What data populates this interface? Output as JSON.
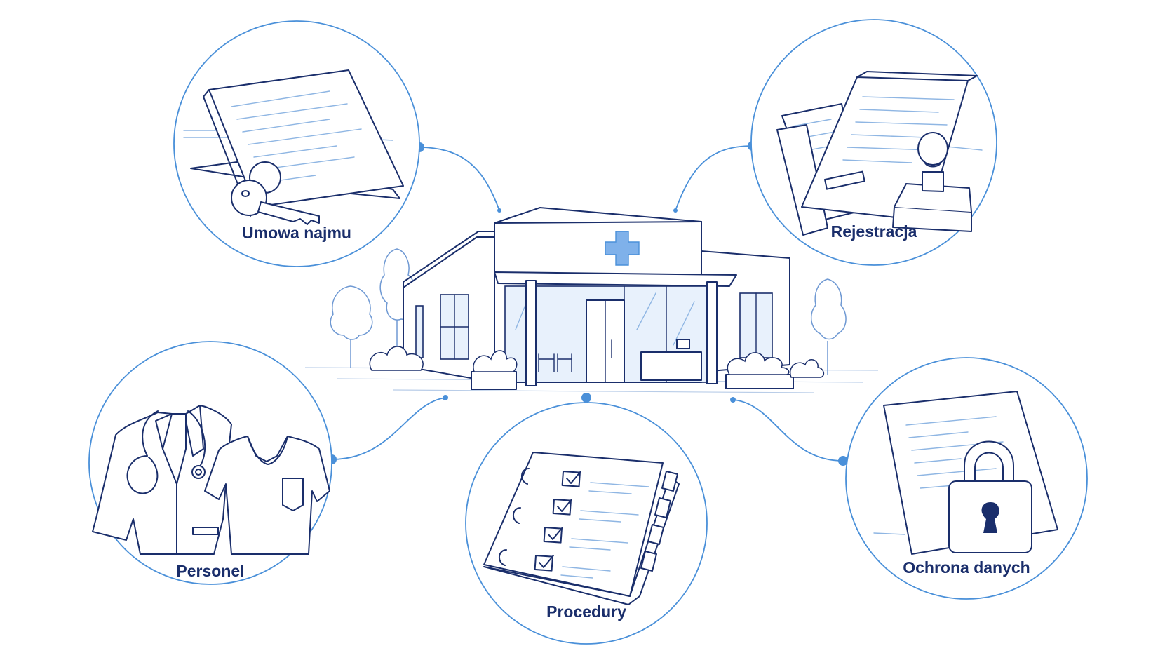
{
  "colors": {
    "ink": "#1a2e6b",
    "accent": "#4a90d9",
    "circle_stroke": "#4a90d9",
    "label": "#1a2e6b",
    "background": "#ffffff"
  },
  "center": {
    "subject": "clinic-building",
    "icon": "medical-cross-icon"
  },
  "topics": [
    {
      "id": "lease",
      "label": "Umowa najmu",
      "icon": "lease-contract-key-icon"
    },
    {
      "id": "registration",
      "label": "Rejestracja",
      "icon": "documents-stamp-icon"
    },
    {
      "id": "staff",
      "label": "Personel",
      "icon": "medical-coat-scrubs-icon"
    },
    {
      "id": "procedures",
      "label": "Procedury",
      "icon": "checklist-binder-icon"
    },
    {
      "id": "data-protection",
      "label": "Ochrona danych",
      "icon": "document-padlock-icon"
    }
  ]
}
